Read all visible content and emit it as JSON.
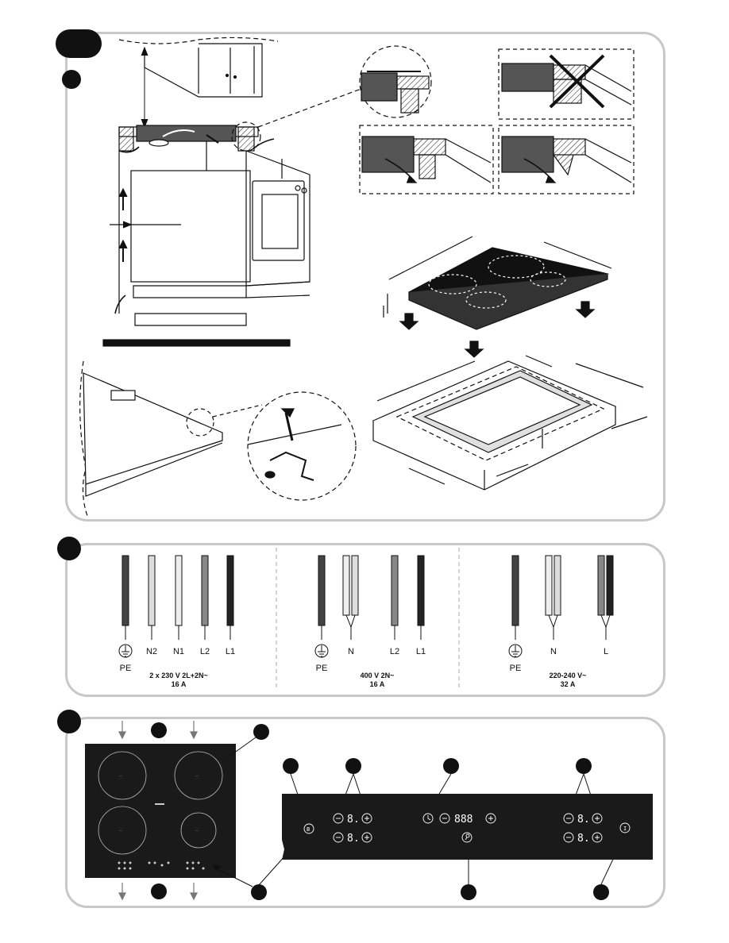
{
  "wiring": {
    "config1": {
      "labels": [
        "PE",
        "N2",
        "N1",
        "L2",
        "L1"
      ],
      "spec_line1": "2 x 230 V   2L+2N~",
      "spec_line2": "16 A"
    },
    "config2": {
      "labels": [
        "PE",
        "N",
        "L2",
        "L1"
      ],
      "spec_line1": "400 V   2N~",
      "spec_line2": "16 A"
    },
    "config3": {
      "labels": [
        "PE",
        "N",
        "L"
      ],
      "spec_line1": "220-240 V~",
      "spec_line2": "32 A"
    }
  },
  "control_panel": {
    "zone_digit": "8.",
    "timer_digits": "888",
    "booster_symbol": "B",
    "power_symbol": "I"
  },
  "icons": [
    "earth-ground-icon",
    "clock-icon",
    "key-lock-icon",
    "plus-icon",
    "minus-icon",
    "power-icon",
    "booster-icon"
  ],
  "colors": {
    "frame": "#c8c8c8",
    "ink": "#111111",
    "glass": "#1a1a1a"
  }
}
